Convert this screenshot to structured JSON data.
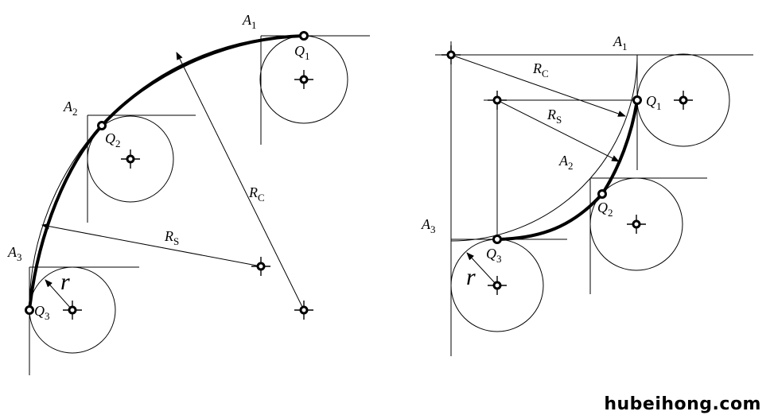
{
  "left_diagram": {
    "points": [
      {
        "letter": "A",
        "sub": "1"
      },
      {
        "letter": "A",
        "sub": "2"
      },
      {
        "letter": "A",
        "sub": "3"
      },
      {
        "letter": "Q",
        "sub": "1"
      },
      {
        "letter": "Q",
        "sub": "2"
      },
      {
        "letter": "Q",
        "sub": "3"
      }
    ],
    "radii": [
      {
        "letter": "R",
        "sub": "C"
      },
      {
        "letter": "R",
        "sub": "S"
      },
      {
        "letter": "r",
        "sub": ""
      }
    ]
  },
  "right_diagram": {
    "points": [
      {
        "letter": "A",
        "sub": "1"
      },
      {
        "letter": "A",
        "sub": "2"
      },
      {
        "letter": "A",
        "sub": "3"
      },
      {
        "letter": "Q",
        "sub": "1"
      },
      {
        "letter": "Q",
        "sub": "2"
      },
      {
        "letter": "Q",
        "sub": "3"
      }
    ],
    "radii": [
      {
        "letter": "R",
        "sub": "C"
      },
      {
        "letter": "R",
        "sub": "S"
      },
      {
        "letter": "r",
        "sub": ""
      }
    ]
  },
  "watermark": "hubeihong.com"
}
